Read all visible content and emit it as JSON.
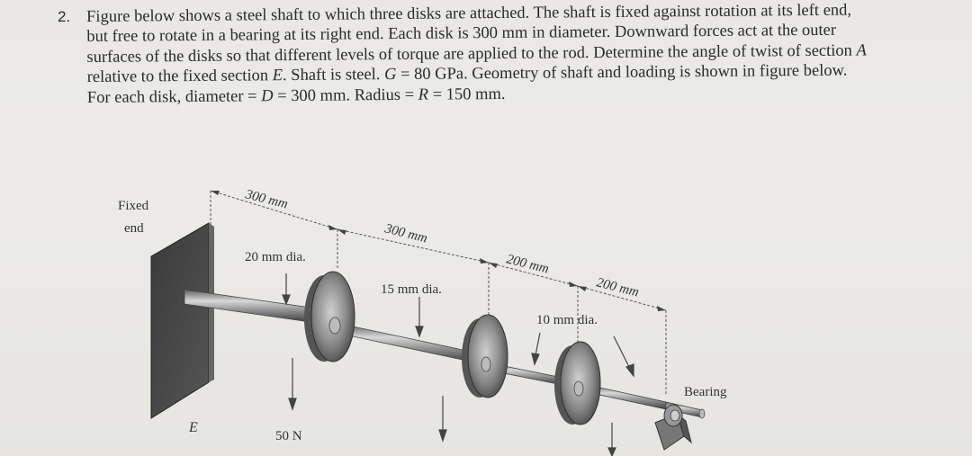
{
  "problem": {
    "number": "2.",
    "text_1": "Figure below shows a steel shaft to which three disks are attached. The shaft is fixed against rotation at its left end, but free to rotate in a bearing at its right end. Each disk is 300 mm in diameter. Downward forces act at the outer surfaces of the disks so that different levels of torque are applied to the rod. Determine the angle of twist of section ",
    "var_A": "A",
    "text_2": " relative to the fixed section ",
    "var_E": "E",
    "text_3": ". Shaft is steel. ",
    "var_G": "G",
    "text_4": " = 80 GPa. Geometry of shaft and loading is shown in figure below. For each disk, diameter = ",
    "var_D": "D",
    "text_5": " = 300 mm. Radius = ",
    "var_R": "R",
    "text_6": " = 150 mm."
  },
  "figure": {
    "fixed_end_line1": "Fixed",
    "fixed_end_line2": "end",
    "dim_1": "300 mm",
    "dim_2": "300 mm",
    "dim_3": "200 mm",
    "dim_4": "200 mm",
    "dia_1": "20 mm dia.",
    "dia_2": "15 mm dia.",
    "dia_3": "10 mm dia.",
    "section_E": "E",
    "force_label": "50 N",
    "bearing_label": "Bearing"
  }
}
